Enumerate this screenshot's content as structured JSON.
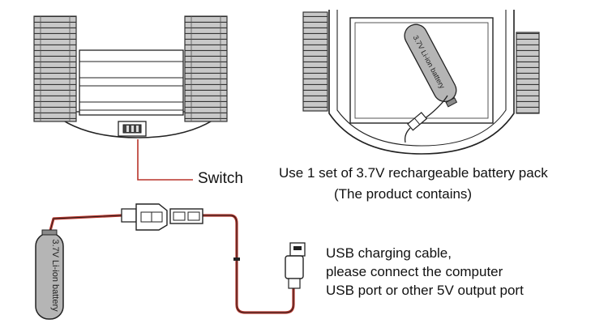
{
  "labels": {
    "switch": "Switch",
    "battery_caption_line1": "Use 1 set of 3.7V rechargeable battery pack",
    "battery_caption_line2": "(The product contains)",
    "usb_caption_line1": "USB charging cable,",
    "usb_caption_line2": "please connect the computer",
    "usb_caption_line3": "USB port or other 5V output port",
    "battery_label_small": "3.7V Li-ion battery",
    "battery_label_large": "3.7V Li-ion battery"
  },
  "colors": {
    "ink": "#222222",
    "wire_red": "#b8342a",
    "battery_fill": "#b5b5b5",
    "track_fill": "#c4c4c4"
  }
}
